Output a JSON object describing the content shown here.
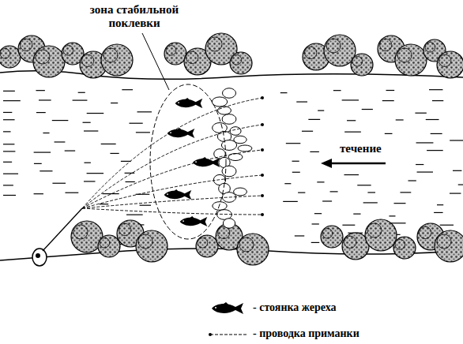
{
  "diagram": {
    "labels": [
      "зона стабильной поклевки",
      "течение"
    ],
    "legend": [
      {
        "text": "- стоянка жереха"
      },
      {
        "text": "- проводка приманки"
      }
    ]
  }
}
